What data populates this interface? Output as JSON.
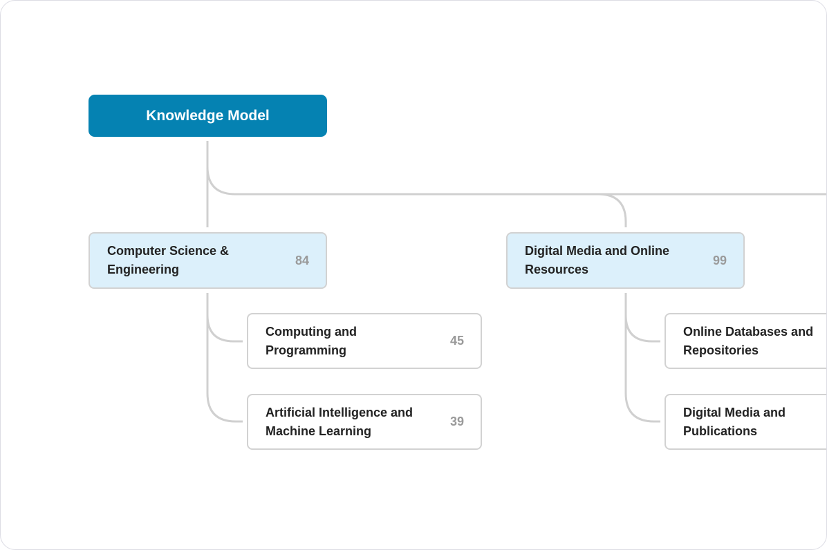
{
  "root": {
    "label": "Knowledge Model"
  },
  "categories": [
    {
      "label": "Computer Science & Engineering",
      "count": "84",
      "children": [
        {
          "label": "Computing and Programming",
          "count": "45"
        },
        {
          "label": "Artificial Intelligence and Machine Learning",
          "count": "39"
        }
      ]
    },
    {
      "label": "Digital Media and Online Resources",
      "count": "99",
      "children": [
        {
          "label": "Online Databases and Repositories",
          "count": ""
        },
        {
          "label": "Digital Media and Publications",
          "count": ""
        }
      ]
    }
  ],
  "colors": {
    "root_fill": "#0582b2",
    "category_fill": "#dcf0fb",
    "node_border": "#d2d2d2",
    "connector": "#d0d0d0",
    "count_text": "#9a9a9a"
  }
}
